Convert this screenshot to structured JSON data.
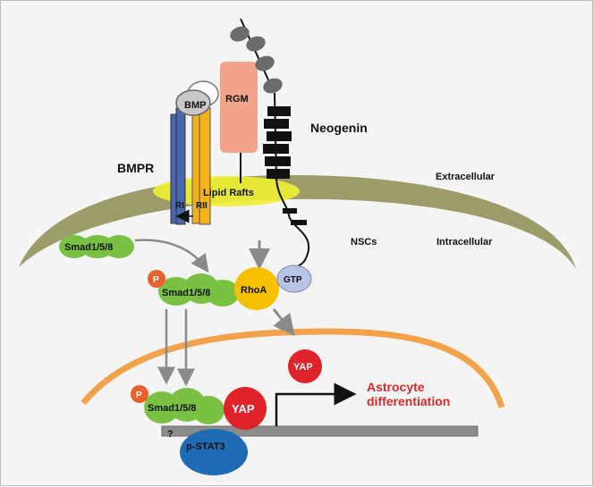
{
  "diagram": {
    "labels": {
      "bmp": "BMP",
      "rgm": "RGM",
      "neogenin": "Neogenin",
      "bmpr": "BMPR",
      "extracellular": "Extracellular",
      "lipid_rafts": "Lipid Rafts",
      "ri": "RI",
      "rii": "RII",
      "nscs": "NSCs",
      "intracellular": "Intracellular",
      "smad_cytoplasm": "Smad1/5/8",
      "smad_phospho": "Smad1/5/8",
      "rhoa": "RhoA",
      "gtp": "GTP",
      "p1": "P",
      "p2": "P",
      "yap_cytoplasm": "YAP",
      "yap_nucleus": "YAP",
      "smad_nucleus": "Smad1/5/8",
      "question": "?",
      "pstat3": "p-STAT3",
      "astro_line1": "Astrocyte",
      "astro_line2": "differentiation"
    },
    "colors": {
      "membrane": "#9c9c6a",
      "nuclear_envelope": "#f2a24a",
      "smad": "#7ac143",
      "rhoa": "#f5c000",
      "gtp": "#b8c4e6",
      "yap": "#e0222a",
      "phospho": "#e8602c",
      "pstat3": "#1f6cb4",
      "rgm": "#f2a58a",
      "bmpr_blue": "#4a66ad",
      "bmpr_yellow": "#f2b21a",
      "lipid_raft": "#eef032",
      "neogenin": "#111111",
      "astro_text": "#d42a2a"
    }
  }
}
